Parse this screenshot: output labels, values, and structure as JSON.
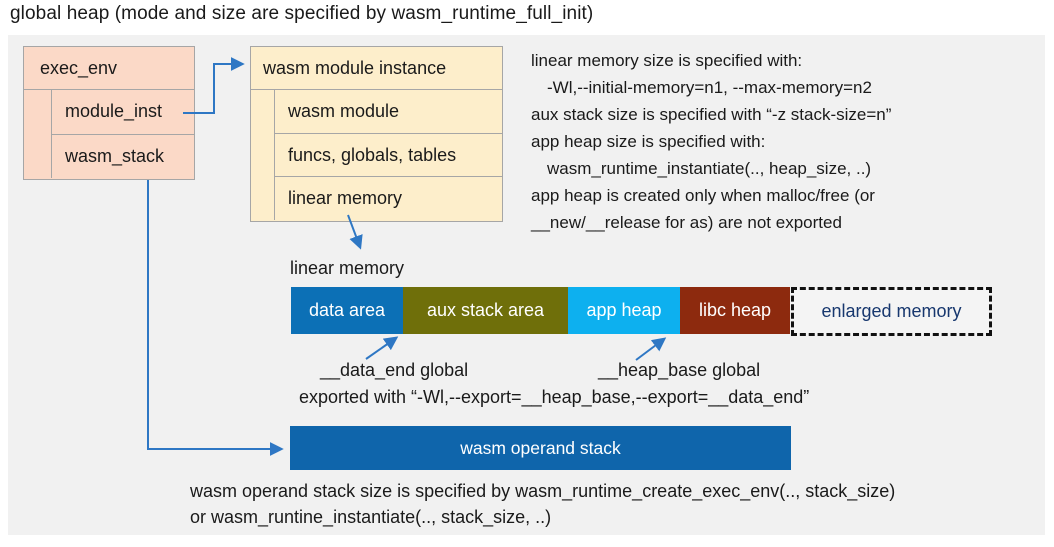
{
  "title": "global heap (mode and size are specified by wasm_runtime_full_init)",
  "exec_env_box": {
    "header": "exec_env",
    "rows": [
      "module_inst",
      "wasm_stack"
    ]
  },
  "module_instance_box": {
    "header": "wasm module instance",
    "rows": [
      "wasm module",
      "funcs, globals, tables",
      "linear memory"
    ]
  },
  "right_notes": {
    "lines": [
      "linear memory size is specified with:",
      "-Wl,--initial-memory=n1, --max-memory=n2",
      "aux stack size is specified with “-z stack-size=n”",
      "app heap size is specified with:",
      "wasm_runtime_instantiate(.., heap_size, ..)",
      "app heap is created only when malloc/free (or",
      "__new/__release for as) are not exported"
    ]
  },
  "linear_memory": {
    "label": "linear memory",
    "segments": [
      {
        "label": "data area",
        "color": "#0c70b6"
      },
      {
        "label": "aux stack area",
        "color": "#6f6f0a"
      },
      {
        "label": "app heap",
        "color": "#0db0ef"
      },
      {
        "label": "libc heap",
        "color": "#8d2a0e"
      }
    ],
    "enlarged_label": "enlarged memory",
    "enlarged_text_color": "#17376e"
  },
  "annotations": {
    "data_end_label": "__data_end global",
    "heap_base_label": "__heap_base global",
    "export_note": "exported with “-Wl,--export=__heap_base,--export=__data_end”"
  },
  "operand_stack": {
    "label": "wasm operand stack",
    "color": "#0f65ab"
  },
  "bottom_notes": {
    "line1": "wasm operand stack size is specified by wasm_runtime_create_exec_env(.., stack_size)",
    "line2": "or wasm_runtine_instantiate(.., stack_size, ..)"
  },
  "colors": {
    "arrow": "#2e77c4",
    "panel_bg": "#f1f1f1",
    "exec_fill": "#fbd9c7",
    "module_fill": "#fdeecb",
    "box_border": "#a6a6a6"
  }
}
